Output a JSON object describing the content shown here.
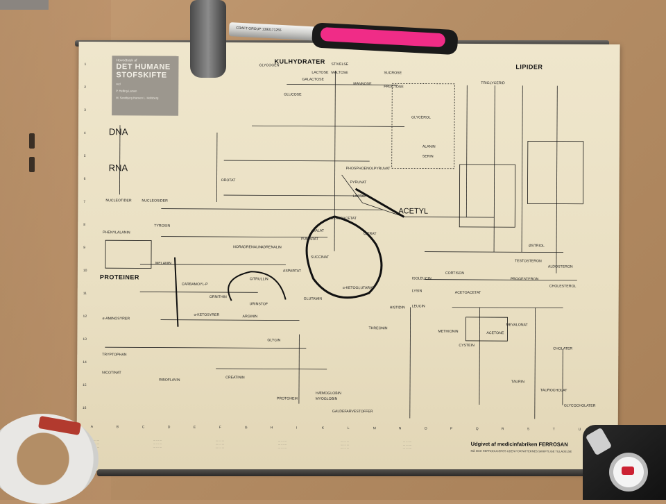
{
  "poster": {
    "pre_title": "Hovedtræk af",
    "title_line1": "DET HUMANE",
    "title_line2": "STOFSKIFTE",
    "authors_line1": "ved",
    "authors_line2": "P. Helling-Larsen",
    "authors_line3": "M. Sandbjerg Hansen  L. Hellsberg",
    "sections": {
      "carbs": "KULHYDRATER",
      "lipids": "LIPIDER",
      "proteins": "PROTEINER",
      "dna": "DNA",
      "rna": "RNA",
      "acetyl": "ACETYL"
    },
    "labels": {
      "glycogen": "GLYCOGEN",
      "stivelse": "STIVELSE",
      "lactose": "LACTOSE",
      "maltose": "MALTOSE",
      "sucrose": "SUCROSE",
      "glucose": "GLUCOSE",
      "fructose": "FRUCTOSE",
      "galactose": "GALACTOSE",
      "mannose": "MANNOSE",
      "triglycerid": "TRIGLYCERID",
      "glycerol": "GLYCEROL",
      "pyruvat": "PYRUVAT",
      "lactat": "LACTAT",
      "oxaloacetat": "OXALOACETAT",
      "citrat": "CITRAT",
      "malat": "MALAT",
      "fumarat": "FUMARAT",
      "succinat": "SUCCINAT",
      "ketoglutarat": "α-KETOGLUTARAT",
      "ornithin": "ORNITHIN",
      "citrullin": "CITRULLIN",
      "arginin": "ARGININ",
      "urinstof": "URINSTOF",
      "carbamoyl": "CARBAMOYL-P",
      "tyrosin": "TYROSIN",
      "phenylalanin": "PHENYLALANIN",
      "melanin": "MELANIN",
      "noradrenalin": "NORADRENALIN",
      "adrenalin": "ADRENALIN",
      "aminosyrer": "α-AMINOSYRER",
      "ketosyrer": "α-KETOSYRER",
      "tryptophan": "TRYPTOPHAN",
      "nicotinat": "NICOTINAT",
      "riboflavin": "RIBOFLAVIN",
      "creatinin": "CREATININ",
      "protohem": "PROTOHEM",
      "haemoglobin": "HÆMOGLOBIN",
      "myoglobin": "MYOGLOBIN",
      "galdefarvestoffer": "GALDEFARVESTOFFER",
      "cholesterol": "CHOLESTEROL",
      "testosteron": "TESTOSTERON",
      "oestrol": "ØSTRIOL",
      "aldosteron": "ALDOSTERON",
      "cortison": "CORTISON",
      "progesteron": "PROGESTERON",
      "mevalonat": "MEVALONAT",
      "acetoacetat": "ACETOACETAT",
      "acetone": "ACETONE",
      "isoleucin": "ISOLEUCIN",
      "lysin": "LYSIN",
      "leucin": "LEUCIN",
      "glutamin": "GLUTAMIN",
      "histidin": "HISTIDIN",
      "threonin": "THREONIN",
      "methionin": "METHIONIN",
      "cystein": "CYSTEIN",
      "taurin": "TAURIN",
      "taurocholat": "TAUROCHOLAT",
      "glycocholater": "GLYCOCHOLATER",
      "cholater": "CHOLATER",
      "phosphoenolpyruvat": "PHOSPHOENOLPYRUVAT",
      "aspartat": "ASPARTAT",
      "glycin": "GLYCIN",
      "serin": "SERIN",
      "alanin": "ALANIN",
      "nucleotider": "NUCLEOTIDER",
      "nucleosider": "NUCLEOSIDER",
      "orotat": "OROTAT"
    },
    "columns": [
      "A",
      "B",
      "C",
      "D",
      "E",
      "F",
      "G",
      "H",
      "I",
      "K",
      "L",
      "M",
      "N",
      "O",
      "P",
      "Q",
      "R",
      "S",
      "T",
      "U"
    ],
    "rows": [
      "1",
      "2",
      "3",
      "4",
      "5",
      "6",
      "7",
      "8",
      "9",
      "10",
      "11",
      "12",
      "13",
      "14",
      "15",
      "16"
    ],
    "publisher": "Udgivet af medicinfabriken FERROSAN",
    "publisher_sub": "MÅ IKKE REPRODUCERES UDEN FORFATTERNES SKRIFTLIGE TILLADELSE"
  },
  "hammer": {
    "label": "CRAFT GROUP 1393171255"
  },
  "colors": {
    "poster_paper": "#efe6cc",
    "cardboard": "#b9916a",
    "hammer_pink": "#f02c87",
    "title_box": "#9c978e"
  }
}
